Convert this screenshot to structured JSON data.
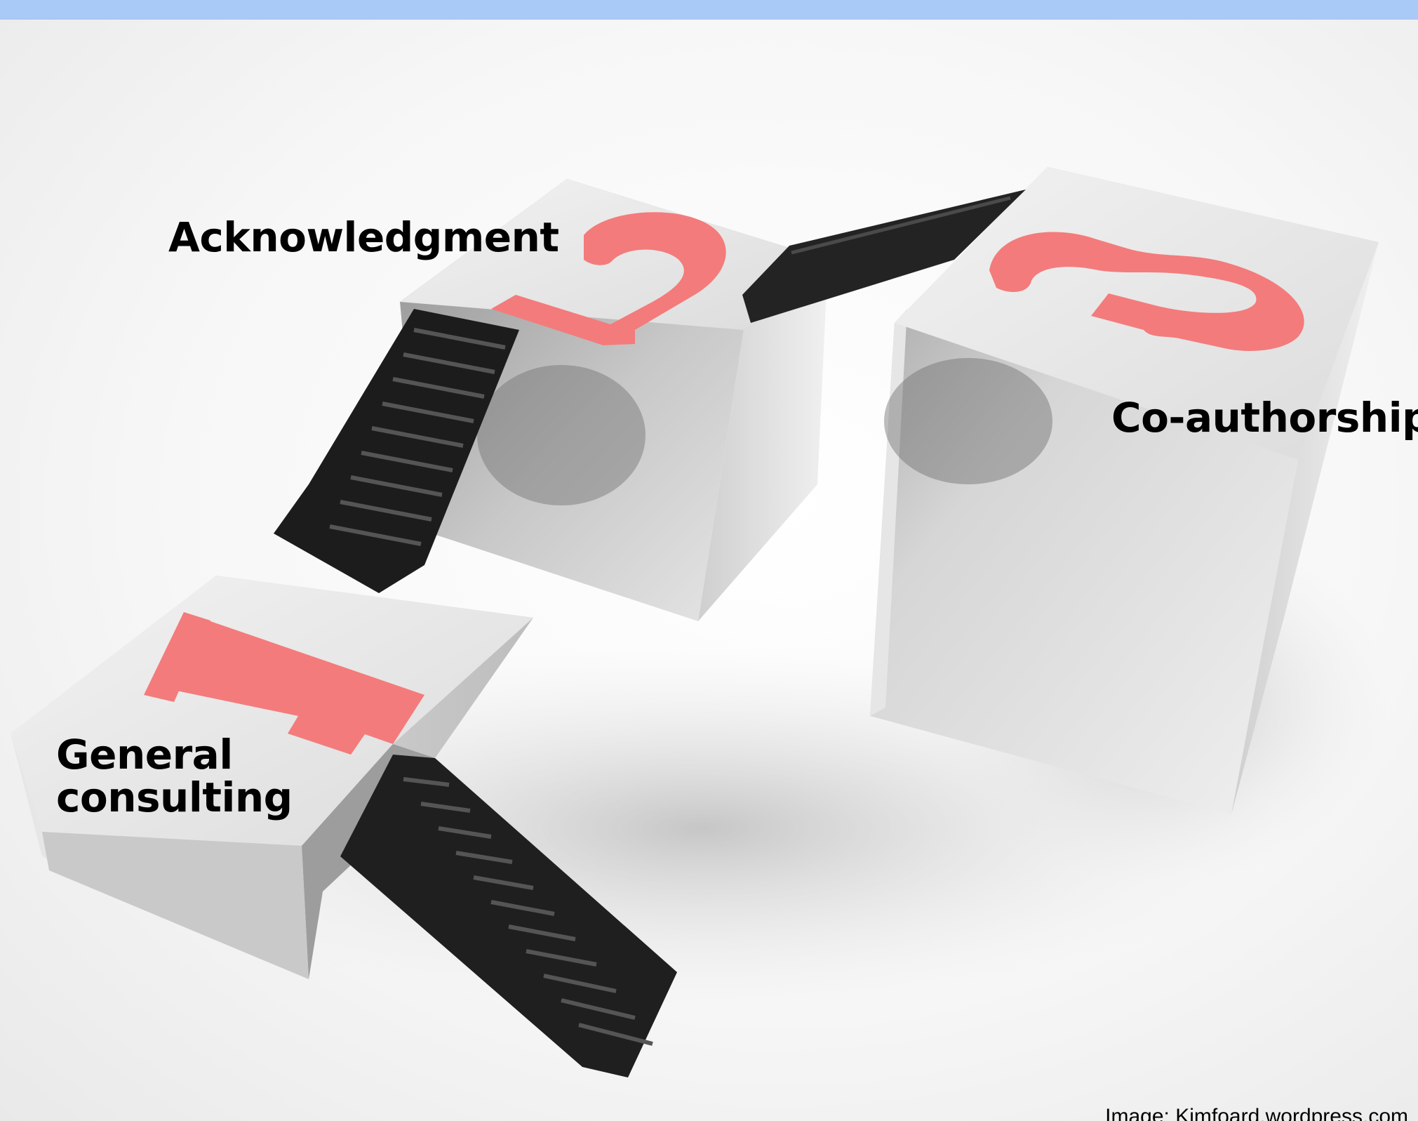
{
  "slide": {
    "accent_band_color": "#a9c9f6",
    "numeral_color": "#f47b7b",
    "stair_color": "#1f1f1f",
    "block_color": "#d9d9d9"
  },
  "steps": [
    {
      "numeral": "1",
      "label": "General consulting"
    },
    {
      "numeral": "2",
      "label": "Acknowledgment"
    },
    {
      "numeral": "3",
      "label": "Co-authorship"
    }
  ],
  "credit": "Image: Kimfoard.wordpress.com"
}
